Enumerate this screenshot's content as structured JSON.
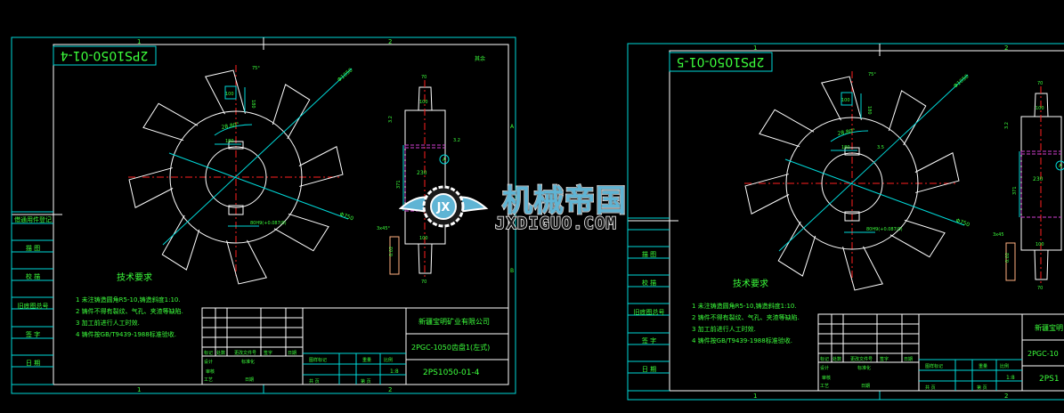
{
  "colors": {
    "background": "#000000",
    "frame": "#00d8d8",
    "outline": "#ffffff",
    "centerline": "#ff2020",
    "dimension": "#3cff3c",
    "hidden": "#d040d0",
    "datum": "#ffb080"
  },
  "sheets": [
    {
      "code": "2PS1050-01-4",
      "zones": {
        "col1": "1",
        "col2": "2",
        "rowA": "A",
        "rowB": "B"
      },
      "side_labels": [
        "借通用件登记",
        "描 图",
        "校 描",
        "旧底图总号",
        "签 字",
        "日 期"
      ],
      "dims": {
        "dia_outer": "Φ1050",
        "dia_hub": "Φ750",
        "angle": "28.80°",
        "chord": "180",
        "tooth_w": "100",
        "tooth_h": "180",
        "tip_angle": "75°",
        "keyway": "80H9(+0.087/0)",
        "shaft_end_top": "70",
        "shaft_neck_top": "100",
        "shaft_neck_bottom": "100",
        "shaft_end_bottom": "70",
        "bore": "230",
        "length": "371",
        "chamfer": "3x45°",
        "rough1": "3.2",
        "rough2": "3.2",
        "datum": "A",
        "tolerance": "0.02",
        "other": "其余"
      },
      "tech": {
        "heading": "技术要求",
        "items": [
          "1 未注铸造圆角R5-10,铸造斜度1:10.",
          "2 铸件不得有裂纹、气孔、夹渣等缺陷.",
          "3 加工前进行人工时效.",
          "4 铸件按GB/T9439-1988标准验收."
        ]
      },
      "title_block": {
        "company": "新疆宝明矿业有限公司",
        "title": "2PGC-1050齿盘1(左式)",
        "drawing_no": "2PS1050-01-4",
        "scale": "1:8",
        "labels": {
          "mark": "标记",
          "count": "处数",
          "change_doc": "更改文件号",
          "sign": "签字",
          "date": "日期",
          "design": "设计",
          "standard": "标准化",
          "review": "审核",
          "process": "工艺",
          "date2": "日期",
          "sample_mark": "图样标记",
          "weight": "重量",
          "scale_label": "比例",
          "total": "共  页",
          "page": "第  页"
        }
      }
    },
    {
      "code": "2PS1050-01-5",
      "zones": {
        "col1": "1",
        "col2": "2",
        "rowA": "",
        "rowB": ""
      },
      "side_labels": [
        "",
        "描 图",
        "校 描",
        "旧底图总号",
        "签 字",
        "日 期"
      ],
      "dims": {
        "dia_outer": "Φ1050",
        "dia_hub": "Φ750",
        "angle": "28.80°",
        "chord": "180",
        "tooth_w": "100",
        "tooth_h": "180",
        "tip_angle": "75°",
        "keyway": "80H9(+0.087/0)",
        "shaft_end_top": "70",
        "shaft_neck_top": "100",
        "shaft_neck_bottom": "100",
        "shaft_end_bottom": "70",
        "bore": "230",
        "length": "371",
        "chamfer": "3x45",
        "rough1": "3.2",
        "rough2": "",
        "datum": "A",
        "tolerance": "0.02",
        "other": "",
        "offset": "3.5"
      },
      "tech": {
        "heading": "技术要求",
        "items": [
          "1 未注铸造圆角R5-10,铸造斜度1:10.",
          "2 铸件不得有裂纹、气孔、夹渣等缺陷.",
          "3 加工前进行人工时效.",
          "4 铸件按GB/T9439-1988标准验收."
        ]
      },
      "title_block": {
        "company": "新疆宝明",
        "title": "2PGC-10",
        "drawing_no": "2PS1",
        "scale": "1:8",
        "labels": {
          "mark": "标记",
          "count": "处数",
          "change_doc": "更改文件号",
          "sign": "签字",
          "date": "日期",
          "design": "设计",
          "standard": "标准化",
          "review": "审核",
          "process": "工艺",
          "date2": "日期",
          "sample_mark": "图样标记",
          "weight": "重量",
          "scale_label": "比例",
          "total": "共  页",
          "page": "第  页"
        }
      }
    }
  ],
  "watermark": {
    "title": "机械帝国",
    "url": "JXDIGUO.COM",
    "logo_text": "JX"
  }
}
